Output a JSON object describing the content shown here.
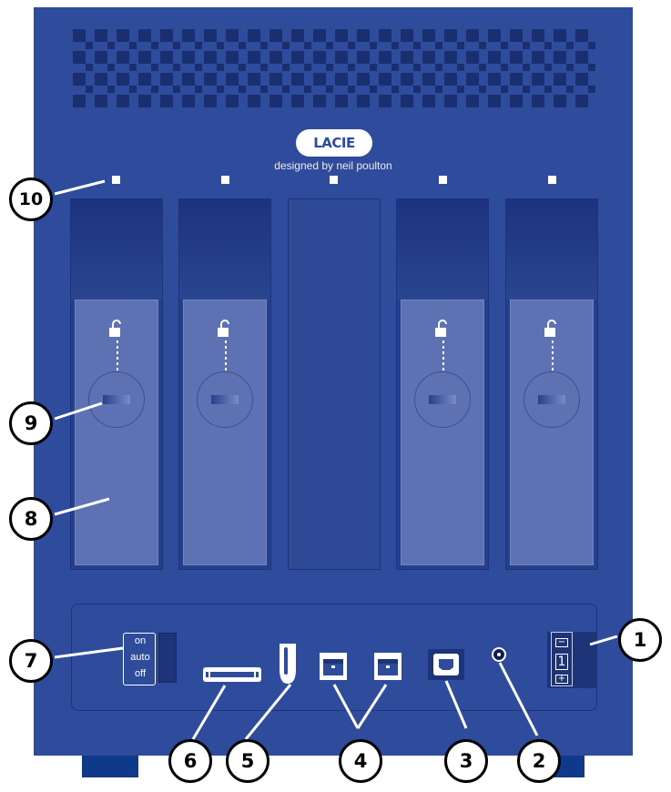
{
  "brand": {
    "logo_text": "LACIE",
    "tagline": "designed by neil poulton"
  },
  "bays": [
    {
      "status": "populated",
      "has_lock": true
    },
    {
      "status": "populated",
      "has_lock": true
    },
    {
      "status": "blank",
      "has_lock": false
    },
    {
      "status": "populated",
      "has_lock": true
    },
    {
      "status": "populated",
      "has_lock": true
    }
  ],
  "power_switch": {
    "positions": [
      "on",
      "auto",
      "off"
    ]
  },
  "id_selector": {
    "minus_label": "−",
    "value": "1",
    "plus_label": "+"
  },
  "callouts": [
    {
      "number": "1",
      "target": "id-selector"
    },
    {
      "number": "2",
      "target": "power-jack"
    },
    {
      "number": "3",
      "target": "usb-b-port"
    },
    {
      "number": "4",
      "target": "firewire-800-ports"
    },
    {
      "number": "5",
      "target": "firewire-400-port"
    },
    {
      "number": "6",
      "target": "esata-port"
    },
    {
      "number": "7",
      "target": "power-switch"
    },
    {
      "number": "8",
      "target": "drive-handle"
    },
    {
      "number": "9",
      "target": "drive-lock"
    },
    {
      "number": "10",
      "target": "drive-led"
    }
  ],
  "colors": {
    "enclosure": "#2f4b9c",
    "handle": "#5e72b3",
    "foot": "#0f3a8c",
    "callout_fill": "#ffffff",
    "callout_stroke": "#000000"
  }
}
